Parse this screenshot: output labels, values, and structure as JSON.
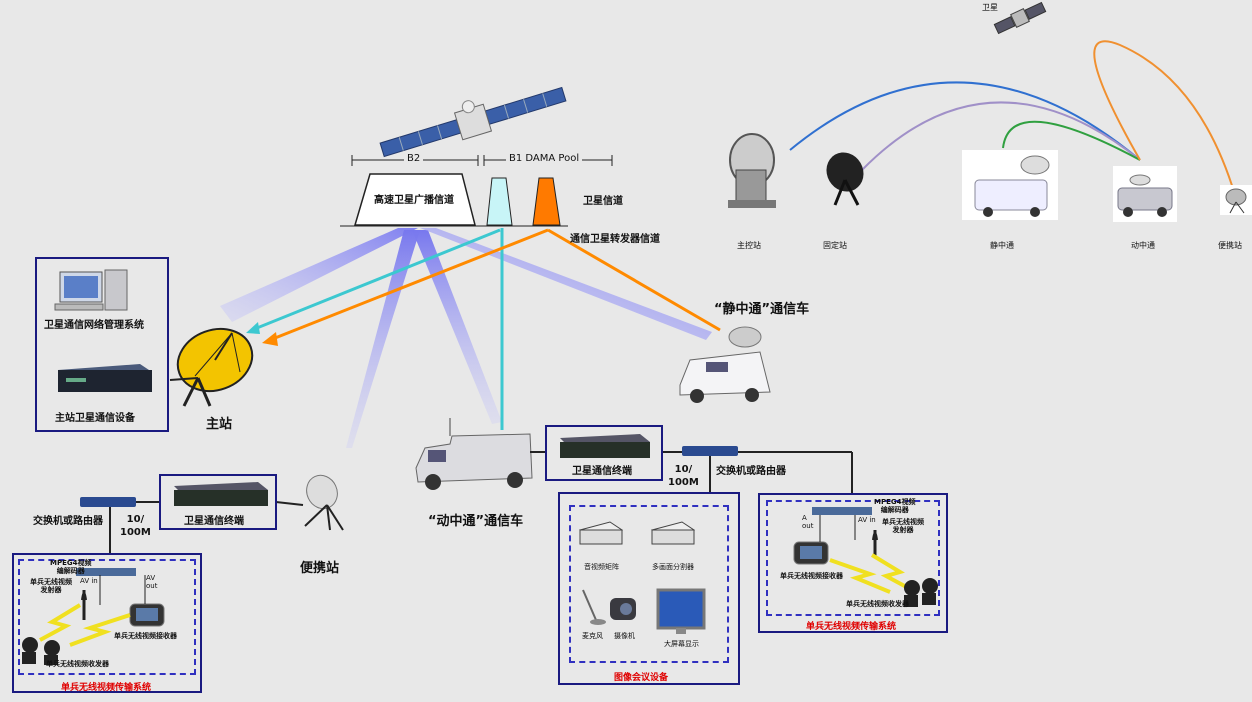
{
  "colors": {
    "background": "#e8e8e8",
    "box": "#1a1a80",
    "dashed": "#3030c0",
    "orange": "#ff8a00",
    "cyan": "#3cc8d0",
    "lavender": "#9090f0",
    "blue_arc": "#3070d0",
    "purple_arc": "#a090c8",
    "green_arc": "#30a040",
    "orange_arc": "#f09030",
    "red_text": "#e00000"
  },
  "top": {
    "sat_label": "卫星",
    "stations": [
      "主控站",
      "固定站",
      "静中通",
      "动中通",
      "便携站"
    ]
  },
  "spectrum": {
    "b2": "B2",
    "b1": "B1 DAMA Pool",
    "broadcast_channel": "高速卫星广播信道",
    "sat_channel": "卫星信道",
    "transponder_channel": "通信卫星转发器信道"
  },
  "main_station": {
    "nms": "卫星通信网络管理系统",
    "equipment": "主站卫星通信设备",
    "label": "主站"
  },
  "static_vehicle": {
    "label": "“静中通”通信车"
  },
  "mobile_vehicle": {
    "label": "“动中通”通信车",
    "terminal": "卫星通信终端",
    "rate": "10/\n100M",
    "switch": "交换机或路由器"
  },
  "portable": {
    "label": "便携站",
    "terminal": "卫星通信终端",
    "rate": "10/\n100M",
    "switch": "交换机或路由器"
  },
  "soldier_left": {
    "codec": "MPEG4视频\n编解码器",
    "transmitter": "单兵无线视频\n发射器",
    "av_in": "AV in",
    "av_out": "AV\nout",
    "receiver": "单兵无线视频接收器",
    "transceiver": "单兵无线视频收发器",
    "title": "单兵无线视频传输系统"
  },
  "soldier_right": {
    "codec": "MPEG4视频\n编解码器",
    "transmitter": "单兵无线视频\n发射器",
    "av_in": "AV in",
    "av_out": "A\nout",
    "receiver": "单兵无线视频接收器",
    "transceiver": "单兵无线视频收发器",
    "title": "单兵无线视频传输系统"
  },
  "conference": {
    "matrix": "音视频矩阵",
    "splitter": "多画面分割器",
    "mic": "麦克风",
    "camera": "摄像机",
    "screen": "大屏幕显示",
    "title": "图像会议设备"
  }
}
